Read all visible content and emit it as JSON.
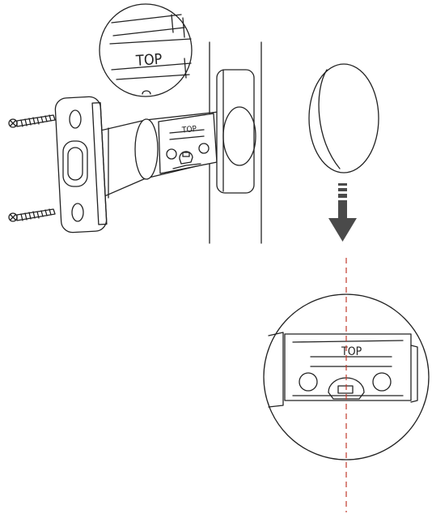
{
  "labels": {
    "callout_top": "TOP",
    "latch_top": "TOP",
    "zoom_top": "TOP"
  },
  "colors": {
    "line": "#222222",
    "arrow": "#4a4a4a",
    "guide": "#c0392b"
  },
  "icons": [
    "screw-icon",
    "down-arrow-icon",
    "magnifier-callout-icon"
  ]
}
